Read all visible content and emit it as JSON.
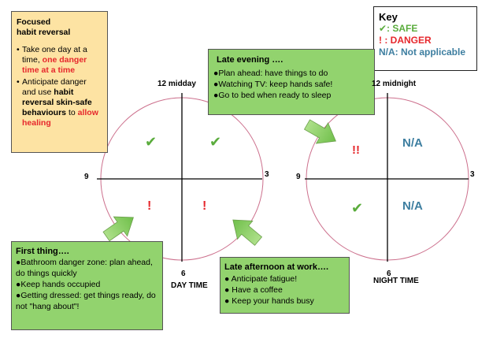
{
  "colors": {
    "safe": "#5aac3c",
    "danger": "#e6272c",
    "na": "#3d7ea0",
    "circle": "#cc6f8c",
    "note_green": "#92d36e",
    "note_yellow": "#fde3a3"
  },
  "focus_box": {
    "title_line1": "Focused",
    "title_line2": "habit reversal",
    "item1_a": "Take one day at a time, ",
    "item1_b": "one danger time at a time",
    "item2_a": "Anticipate danger and use ",
    "item2_b": "habit reversal skin-safe behaviours",
    "item2_c": " to ",
    "item2_d": "allow healing"
  },
  "key": {
    "title": "Key",
    "safe": "✔: SAFE",
    "danger": "! : DANGER",
    "na": "N/A: Not applicable"
  },
  "evening": {
    "title": "Late evening ….",
    "lines": [
      "●Plan ahead: have things to do",
      "●Watching TV:  keep hands safe!",
      "●Go to bed when ready to sleep"
    ]
  },
  "first_thing": {
    "title": "First thing….",
    "lines": [
      "●Bathroom danger zone: plan ahead, do things quickly",
      "●Keep hands occupied",
      "●Getting dressed: get things ready, do not \"hang about\"!"
    ]
  },
  "afternoon": {
    "title": "Late afternoon at work….",
    "lines": [
      "● Anticipate fatigue!",
      "● Have a coffee",
      "● Keep your hands busy"
    ]
  },
  "day_clock": {
    "top": "12 midday",
    "right": "3",
    "bottom": "6",
    "left": "9",
    "caption": "DAY TIME",
    "q_top_left": "✔",
    "q_top_right": "✔",
    "q_bottom_left": "!",
    "q_bottom_right": "!"
  },
  "night_clock": {
    "top": "12 midnight",
    "right": "3",
    "bottom": "6",
    "left": "9",
    "caption": "NIGHT TIME",
    "q_top_left": "!!",
    "q_top_right": "N/A",
    "q_bottom_left": "✔",
    "q_bottom_right": "N/A"
  }
}
